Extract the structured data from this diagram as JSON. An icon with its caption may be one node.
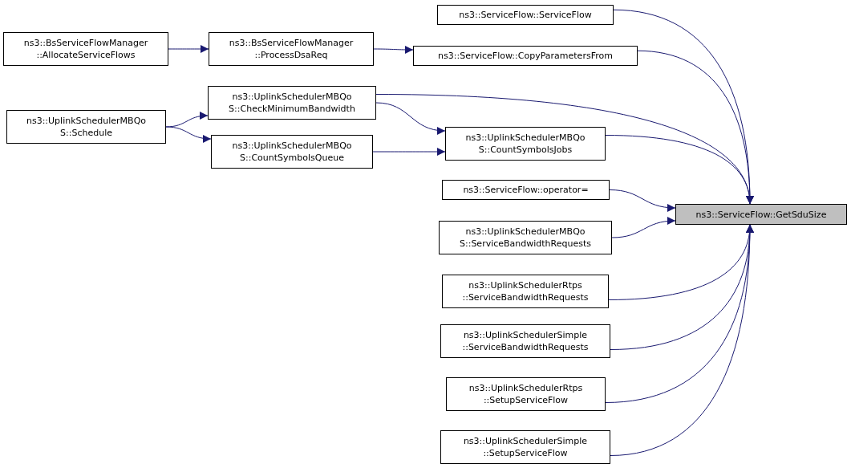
{
  "diagram": {
    "nodes": [
      {
        "text": [
          "ns3::ServiceFlow::GetSduSize"
        ]
      },
      {
        "text": [
          "ns3::ServiceFlow::ServiceFlow"
        ]
      },
      {
        "text": [
          "ns3::ServiceFlow::CopyParametersFrom"
        ]
      },
      {
        "text": [
          "ns3::BsServiceFlowManager ::ProcessDsaReq"
        ]
      },
      {
        "text": [
          "ns3::BsServiceFlowManager ::AllocateServiceFlows"
        ]
      },
      {
        "text": [
          "ns3::UplinkSchedulerMBQo S::CheckMinimumBandwidth"
        ]
      },
      {
        "text": [
          "ns3::UplinkSchedulerMBQo S::Schedule"
        ]
      },
      {
        "text": [
          "ns3::UplinkSchedulerMBQo S::CountSymbolsQueue"
        ]
      },
      {
        "text": [
          "ns3::UplinkSchedulerMBQo S::CountSymbolsJobs"
        ]
      },
      {
        "text": [
          "ns3::ServiceFlow::operator="
        ]
      },
      {
        "text": [
          "ns3::UplinkSchedulerMBQo S::ServiceBandwidthRequests"
        ]
      },
      {
        "text": [
          "ns3::UplinkSchedulerRtps ::ServiceBandwidthRequests"
        ]
      },
      {
        "text": [
          "ns3::UplinkSchedulerSimple ::ServiceBandwidthRequests"
        ]
      },
      {
        "text": [
          "ns3::UplinkSchedulerRtps ::SetupServiceFlow"
        ]
      },
      {
        "text": [
          "ns3::UplinkSchedulerSimple ::SetupServiceFlow"
        ]
      }
    ],
    "edges": [
      {
        "from": 1,
        "to": 0,
        "arrow": "to"
      },
      {
        "from": 2,
        "to": 0,
        "arrow": "to"
      },
      {
        "from": 5,
        "to": 0,
        "arrow": "to"
      },
      {
        "from": 8,
        "to": 0,
        "arrow": "to"
      },
      {
        "from": 9,
        "to": 0,
        "arrow": "to"
      },
      {
        "from": 10,
        "to": 0,
        "arrow": "to"
      },
      {
        "from": 11,
        "to": 0,
        "arrow": "to"
      },
      {
        "from": 12,
        "to": 0,
        "arrow": "to"
      },
      {
        "from": 13,
        "to": 0,
        "arrow": "to"
      },
      {
        "from": 14,
        "to": 0,
        "arrow": "to"
      },
      {
        "from": 3,
        "to": 2,
        "arrow": "to"
      },
      {
        "from": 4,
        "to": 3,
        "arrow": "to"
      },
      {
        "from": 5,
        "to": 8,
        "arrow": "to"
      },
      {
        "from": 7,
        "to": 8,
        "arrow": "to"
      },
      {
        "from": 6,
        "to": 5,
        "arrow": "to"
      },
      {
        "from": 6,
        "to": 7,
        "arrow": "to"
      }
    ]
  }
}
